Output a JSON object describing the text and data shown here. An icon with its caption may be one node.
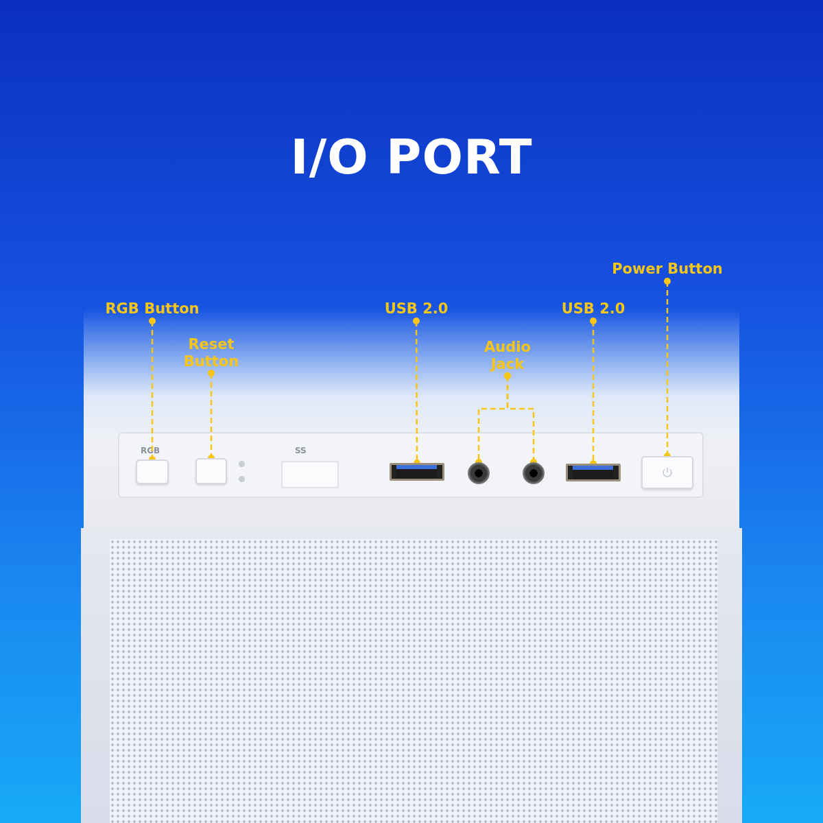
{
  "diagram": {
    "title": "I/O PORT",
    "nodes": [
      {
        "text": [
          "RGB Button"
        ]
      },
      {
        "text": [
          "Reset Button"
        ]
      },
      {
        "text": [
          "USB 2.0"
        ]
      },
      {
        "text": [
          "Audio Jack"
        ]
      },
      {
        "text": [
          "USB 2.0"
        ]
      },
      {
        "text": [
          "Power Button"
        ]
      },
      {
        "text": [],
        "shape": "box"
      },
      {
        "text": [],
        "shape": "box"
      },
      {
        "text": [],
        "shape": "box"
      },
      {
        "text": [],
        "shape": "box"
      },
      {
        "text": [],
        "shape": "circle"
      },
      {
        "text": [],
        "shape": "circle"
      },
      {
        "text": [],
        "shape": "box"
      },
      {
        "text": [],
        "shape": "box"
      }
    ],
    "edges": [
      {
        "from": 0,
        "to": 6,
        "arrow": "other",
        "style": "dashed"
      },
      {
        "from": 1,
        "to": 7,
        "arrow": "other",
        "style": "dashed"
      },
      {
        "from": 2,
        "to": 9,
        "arrow": "other",
        "style": "dashed"
      },
      {
        "from": 3,
        "to": 10,
        "arrow": "other",
        "style": "dashed"
      },
      {
        "from": 3,
        "to": 11,
        "arrow": "other",
        "style": "dashed"
      },
      {
        "from": 4,
        "to": 12,
        "arrow": "other",
        "style": "dashed"
      },
      {
        "from": 5,
        "to": 13,
        "arrow": "other",
        "style": "dashed"
      }
    ],
    "labels": [
      "RGB",
      "SS"
    ]
  }
}
